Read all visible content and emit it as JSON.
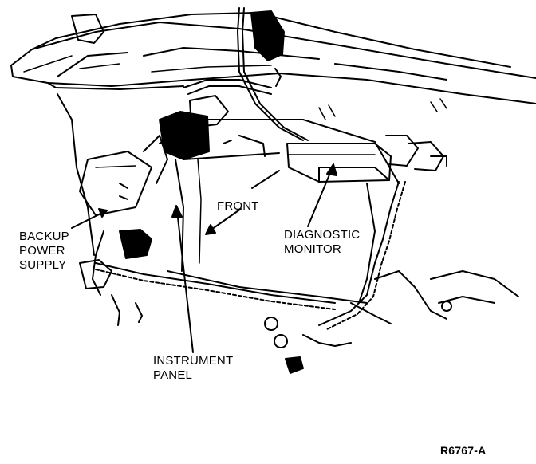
{
  "labels": {
    "backup_power_supply": [
      "BACKUP",
      "POWER",
      "SUPPLY"
    ],
    "front": "FRONT",
    "diagnostic_monitor": [
      "DIAGNOSTIC",
      "MONITOR"
    ],
    "instrument_panel": [
      "INSTRUMENT",
      "PANEL"
    ],
    "figure_ref": "R6767-A"
  },
  "colors": {
    "ink": "#000000",
    "paper": "#ffffff"
  }
}
